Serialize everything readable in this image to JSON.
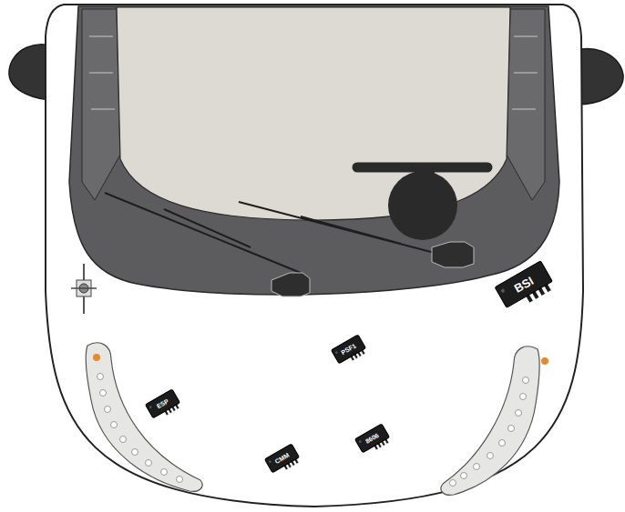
{
  "diagram": {
    "nodes": [
      {
        "text": [
          "BSI"
        ]
      },
      {
        "text": [
          "PSF1"
        ]
      },
      {
        "text": [
          "ESP"
        ]
      },
      {
        "text": [
          "8606"
        ]
      },
      {
        "text": [
          "CMM"
        ]
      }
    ]
  }
}
